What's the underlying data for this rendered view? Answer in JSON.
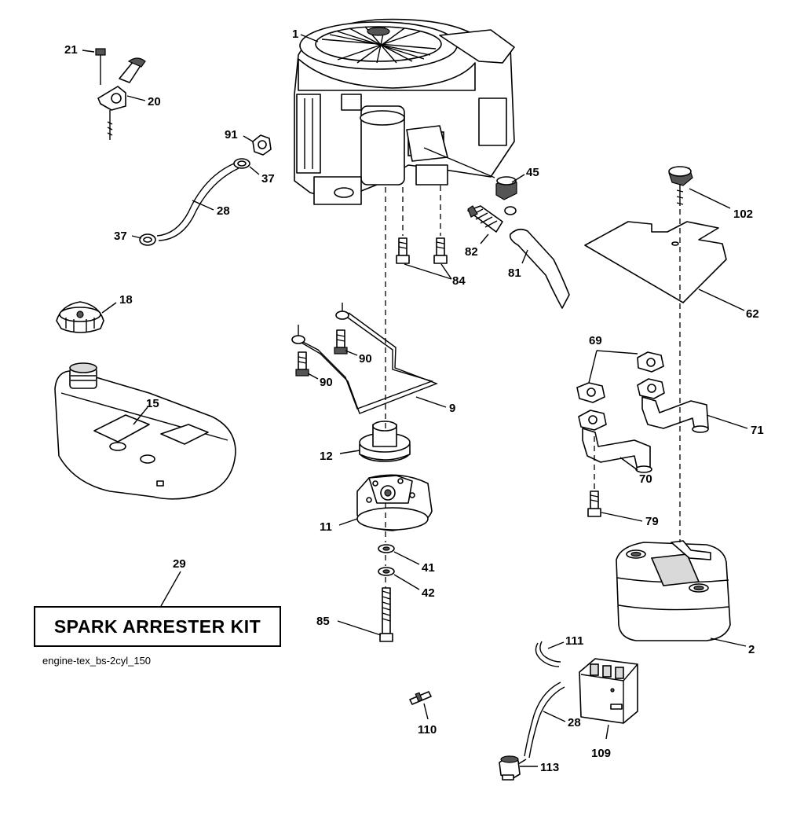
{
  "diagram": {
    "kit_label": "SPARK ARRESTER KIT",
    "reference": "engine-tex_bs-2cyl_150",
    "callouts": {
      "c1": "1",
      "c2": "2",
      "c9": "9",
      "c11": "11",
      "c12": "12",
      "c15": "15",
      "c18": "18",
      "c20": "20",
      "c21": "21",
      "c28a": "28",
      "c28b": "28",
      "c29": "29",
      "c37a": "37",
      "c37b": "37",
      "c41": "41",
      "c42": "42",
      "c45": "45",
      "c62": "62",
      "c69": "69",
      "c70": "70",
      "c71": "71",
      "c79": "79",
      "c81": "81",
      "c82": "82",
      "c84": "84",
      "c85": "85",
      "c90a": "90",
      "c90b": "90",
      "c91": "91",
      "c102": "102",
      "c109": "109",
      "c110": "110",
      "c111": "111",
      "c113": "113"
    }
  }
}
